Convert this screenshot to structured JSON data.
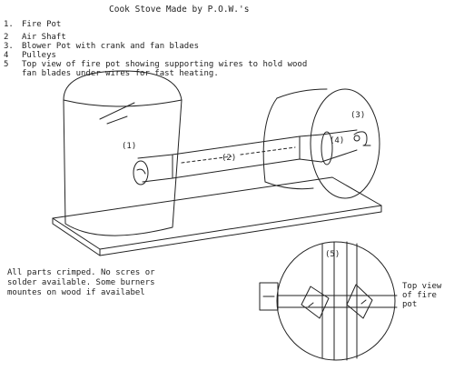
{
  "title": "Cook Stove Made by P.O.W.'s",
  "legend": [
    {
      "num": "1.",
      "text": "Fire Pot"
    },
    {
      "num": "2",
      "text": "Air Shaft"
    },
    {
      "num": "3.",
      "text": "Blower Pot with crank and fan blades"
    },
    {
      "num": "4",
      "text": "Pulleys"
    },
    {
      "num": "5",
      "text": "Top view of fire pot showing supporting wires to hold wood"
    },
    {
      "num": "",
      "text": "fan blades under wires for fast heating."
    }
  ],
  "note": [
    "All parts crimped. No scres or",
    "solder available. Some burners",
    "mountes on wood if availabel"
  ],
  "topview_label": [
    "Top view",
    "of fire",
    "pot"
  ],
  "part_labels": {
    "fire_pot": "(1)",
    "air_shaft": "(2)",
    "blower": "(3)",
    "pulley": "(4)",
    "top_view": "(5)"
  },
  "colors": {
    "ink": "#222222",
    "paper": "#ffffff"
  }
}
